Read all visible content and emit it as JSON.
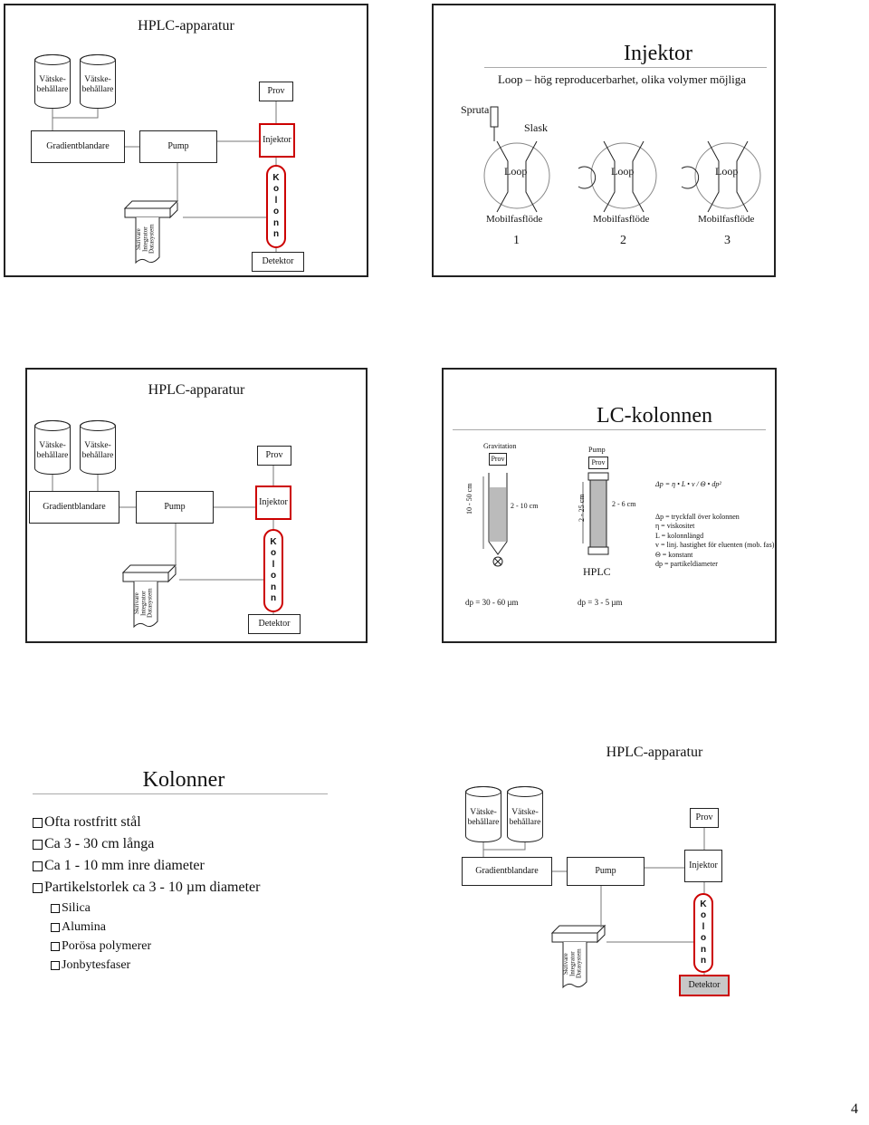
{
  "slide1": {
    "title": "HPLC-apparatur",
    "container1": "Vätske- behållare",
    "container2": "Vätske- behållare",
    "sample": "Prov",
    "mixer": "Gradientblandare",
    "pump": "Pump",
    "injector": "Injektor",
    "column_letters": [
      "K",
      "o",
      "l",
      "o",
      "n",
      "n"
    ],
    "detector": "Detektor",
    "printer": "Skrivare Integrator Datasystem"
  },
  "slide2": {
    "title": "Injektor",
    "subtitle": "Loop – hög reproducerbarhet, olika volymer möjliga",
    "syringe": "Spruta",
    "waste": "Slask",
    "loop": "Loop",
    "flow": "Mobilfasflöde",
    "steps": [
      "1",
      "2",
      "3"
    ]
  },
  "slide3": {
    "title": "HPLC-apparatur",
    "container1": "Vätske- behållare",
    "container2": "Vätske- behållare",
    "sample": "Prov",
    "mixer": "Gradientblandare",
    "pump": "Pump",
    "injector": "Injektor",
    "column_letters": [
      "K",
      "o",
      "l",
      "o",
      "n",
      "n"
    ],
    "detector": "Detektor",
    "printer": "Skrivare Integrator Datasystem"
  },
  "slide4": {
    "title": "LC-kolonnen",
    "gravity_label": "Gravitation",
    "gravity_sample": "Prov",
    "pump_label": "Pump",
    "pump_sample": "Prov",
    "gravity_length": "10 - 50 cm",
    "gravity_width": "2 - 10 cm",
    "hplc_length": "2 - 25 cm",
    "hplc_width": "2 - 6 cm",
    "hplc_label": "HPLC",
    "gravity_particle": "dp = 30 - 60 µm",
    "hplc_particle": "dp = 3 - 5 µm",
    "formula": "Δp = η • L • v / Θ • dp²",
    "legend": [
      "Δp = tryckfall över kolonnen",
      "η = viskositet",
      "L = kolonnlängd",
      "v = linj. hastighet för eluenten (mob. fas)",
      "Θ = konstant",
      "dp = partikeldiameter"
    ]
  },
  "slide5": {
    "title": "Kolonner",
    "bullets": [
      "Ofta rostfritt stål",
      "Ca 3 - 30 cm långa",
      "Ca 1 - 10 mm inre diameter",
      "Partikelstorlek ca 3 - 10 µm diameter"
    ],
    "sub_bullets": [
      "Silica",
      "Alumina",
      "Porösa polymerer",
      "Jonbytesfaser"
    ]
  },
  "slide6": {
    "title": "HPLC-apparatur",
    "container1": "Vätske- behållare",
    "container2": "Vätske- behållare",
    "sample": "Prov",
    "mixer": "Gradientblandare",
    "pump": "Pump",
    "injector": "Injektor",
    "column_letters": [
      "K",
      "o",
      "l",
      "o",
      "n",
      "n"
    ],
    "detector": "Detektor",
    "printer": "Skrivare Integrator Datasystem"
  },
  "page_number": "4"
}
